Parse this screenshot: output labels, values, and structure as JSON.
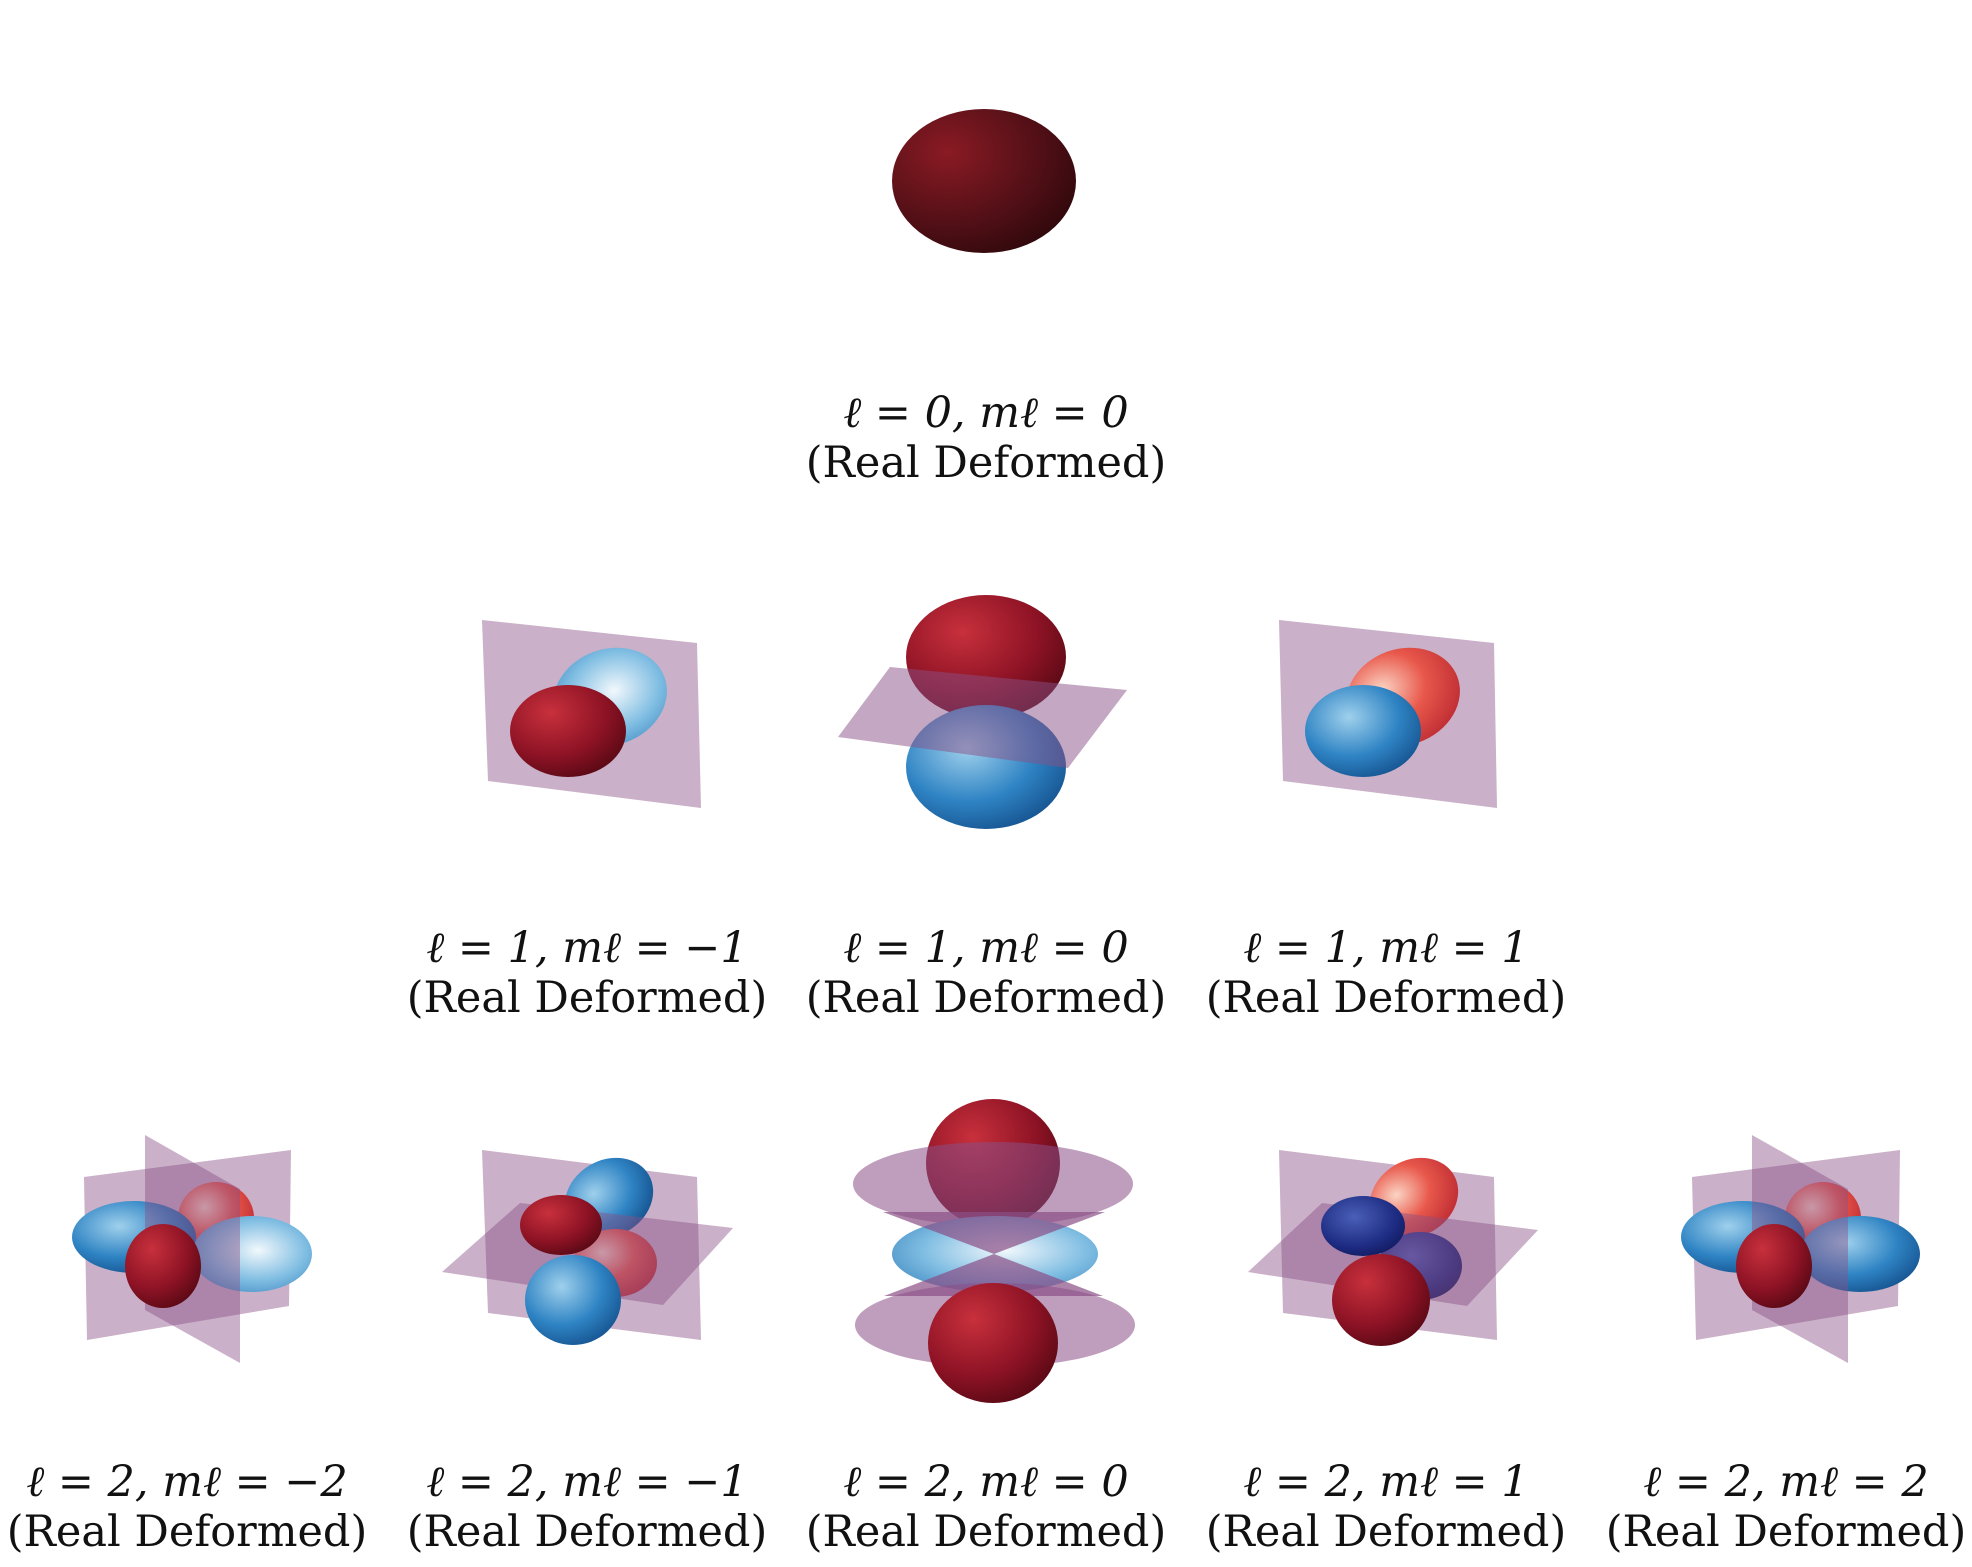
{
  "colors": {
    "positive": "#8e1325",
    "negative": "#1f6fb0",
    "plane": "#8a4f86",
    "text": "#111111"
  },
  "rows": [
    {
      "l": "0",
      "items": [
        {
          "id": "l0m0",
          "label": "ℓ = 0, mℓ = 0",
          "subtitle": "(Real Deformed)"
        }
      ]
    },
    {
      "l": "1",
      "items": [
        {
          "id": "l1mneg1",
          "label": "ℓ = 1, mℓ = −1",
          "subtitle": "(Real Deformed)"
        },
        {
          "id": "l1m0",
          "label": "ℓ = 1, mℓ = 0",
          "subtitle": "(Real Deformed)"
        },
        {
          "id": "l1m1",
          "label": "ℓ = 1, mℓ = 1",
          "subtitle": "(Real Deformed)"
        }
      ]
    },
    {
      "l": "2",
      "items": [
        {
          "id": "l2mneg2",
          "label": "ℓ = 2, mℓ = −2",
          "subtitle": "(Real Deformed)"
        },
        {
          "id": "l2mneg1",
          "label": "ℓ = 2, mℓ = −1",
          "subtitle": "(Real Deformed)"
        },
        {
          "id": "l2m0",
          "label": "ℓ = 2, mℓ = 0",
          "subtitle": "(Real Deformed)"
        },
        {
          "id": "l2m1",
          "label": "ℓ = 2, mℓ = 1",
          "subtitle": "(Real Deformed)"
        },
        {
          "id": "l2m2",
          "label": "ℓ = 2, mℓ = 2",
          "subtitle": "(Real Deformed)"
        }
      ]
    }
  ]
}
